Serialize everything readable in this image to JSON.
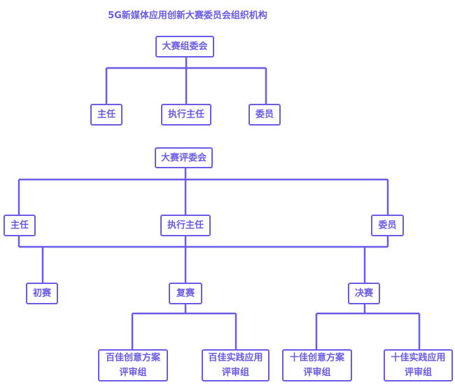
{
  "title": "5G新媒体应用创新大赛委员会组织机构",
  "color": "#6a5be8",
  "organizing": {
    "root": "大赛组委会",
    "children": [
      "主任",
      "执行主任",
      "委员"
    ]
  },
  "judging": {
    "root": "大赛评委会",
    "children": [
      "主任",
      "执行主任",
      "委员"
    ],
    "stages": [
      "初赛",
      "复赛",
      "决赛"
    ],
    "groups": [
      {
        "line1": "百佳创意方案",
        "line2": "评审组"
      },
      {
        "line1": "百佳实践应用",
        "line2": "评审组"
      },
      {
        "line1": "十佳创意方案",
        "line2": "评审组"
      },
      {
        "line1": "十佳实践应用",
        "line2": "评审组"
      }
    ]
  }
}
